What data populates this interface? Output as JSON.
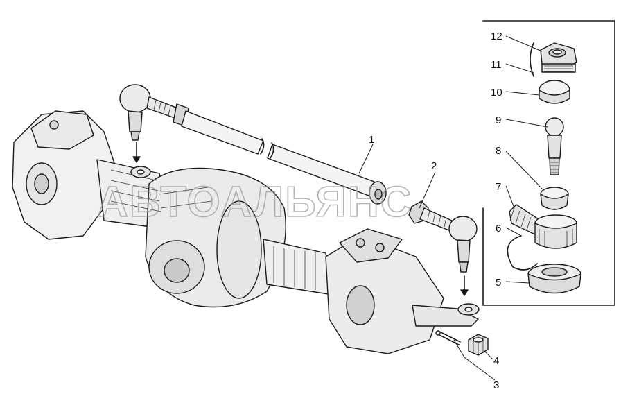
{
  "watermark": "АВТОАЛЬЯНС",
  "callouts": [
    "1",
    "2",
    "3",
    "4",
    "5",
    "6",
    "7",
    "8",
    "9",
    "10",
    "11",
    "12"
  ],
  "colors": {
    "ink": "#1a1a1a",
    "background": "#ffffff",
    "watermark": "#9a9a9a"
  }
}
